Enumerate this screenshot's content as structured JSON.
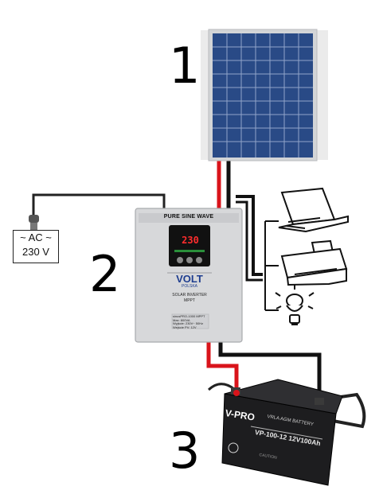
{
  "markers": {
    "one": "1",
    "two": "2",
    "three": "3"
  },
  "ac_source": {
    "line1": "~ AC ~",
    "line2": "230 V"
  },
  "inverter": {
    "top_label": "PURE SINE WAVE",
    "display_value": "230",
    "brand": "VOLT",
    "brand_sub": "POLSKA",
    "model_line1": "SOLAR INVERTER",
    "model_line2": "MPPT",
    "spec_title": "sinusPRO-1000 MPPT",
    "spec_lines": [
      "Max: 800VA",
      "Wyjście: 230V~ 50Hz",
      "Wejście PV: 12V"
    ]
  },
  "battery": {
    "brand": "V-PRO",
    "type_label": "VRLA AGM BATTERY",
    "model": "VP-100-12 12V100Ah",
    "caution": "CAUTION"
  },
  "colors": {
    "wire_pos": "#d9141b",
    "wire_neg": "#111111",
    "inverter_body": "#d7d8da",
    "battery_body": "#1d1d1f"
  }
}
